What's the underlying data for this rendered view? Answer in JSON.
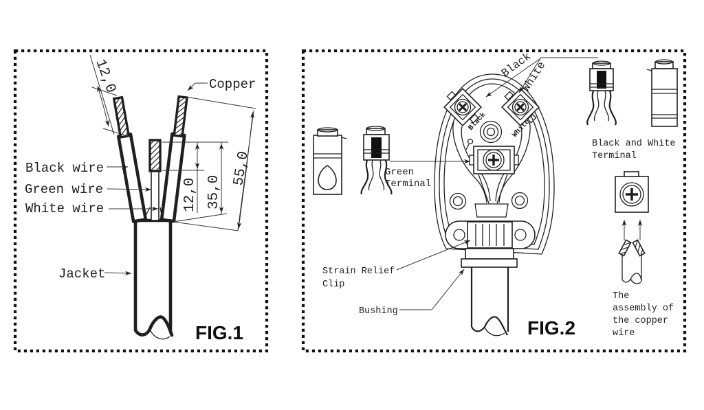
{
  "figure1": {
    "title": "FIG.1",
    "labels": {
      "copper": "Copper",
      "black_wire": "Black wire",
      "green_wire": "Green wire",
      "white_wire": "White wire",
      "jacket": "Jacket"
    },
    "dimensions": {
      "left_tip": "12,0",
      "center_tip": "12,0",
      "center_length": "35,0",
      "overall_length": "55,0"
    }
  },
  "figure2": {
    "title": "FIG.2",
    "top_labels": {
      "black": "Black",
      "white": "White"
    },
    "terminal_marks": {
      "black": "Black",
      "white": "White"
    },
    "green_terminal_lines": [
      "Green",
      "Terminal"
    ],
    "bw_terminal_lines": [
      "Black and White",
      "Terminal"
    ],
    "strain_relief_lines": [
      "Strain Relief",
      "Clip"
    ],
    "bushing": "Bushing",
    "copper_assembly_lines": [
      "The",
      "assembly of",
      "the copper",
      "wire"
    ]
  },
  "colors": {
    "ink": "#1f1f1f",
    "paper": "#ffffff"
  }
}
